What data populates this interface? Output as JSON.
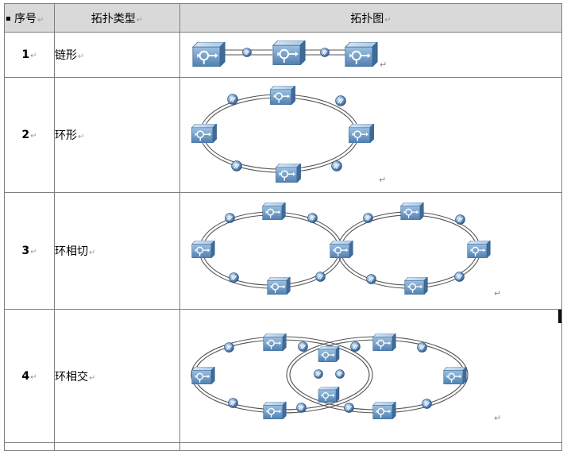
{
  "table": {
    "headers": {
      "index": "序号",
      "type": "拓扑类型",
      "figure": "拓扑图"
    },
    "rows": [
      {
        "index": "1",
        "type": "链形"
      },
      {
        "index": "2",
        "type": "环形"
      },
      {
        "index": "3",
        "type": "环相切"
      },
      {
        "index": "4",
        "type": "环相交"
      }
    ]
  },
  "paragraph_mark": "↵",
  "colors": {
    "header_bg": "#d9d9d9",
    "device_blue": "#6b96c1",
    "link_gray": "#555555"
  },
  "icons": [
    "router-device-icon",
    "link-connector-icon"
  ]
}
